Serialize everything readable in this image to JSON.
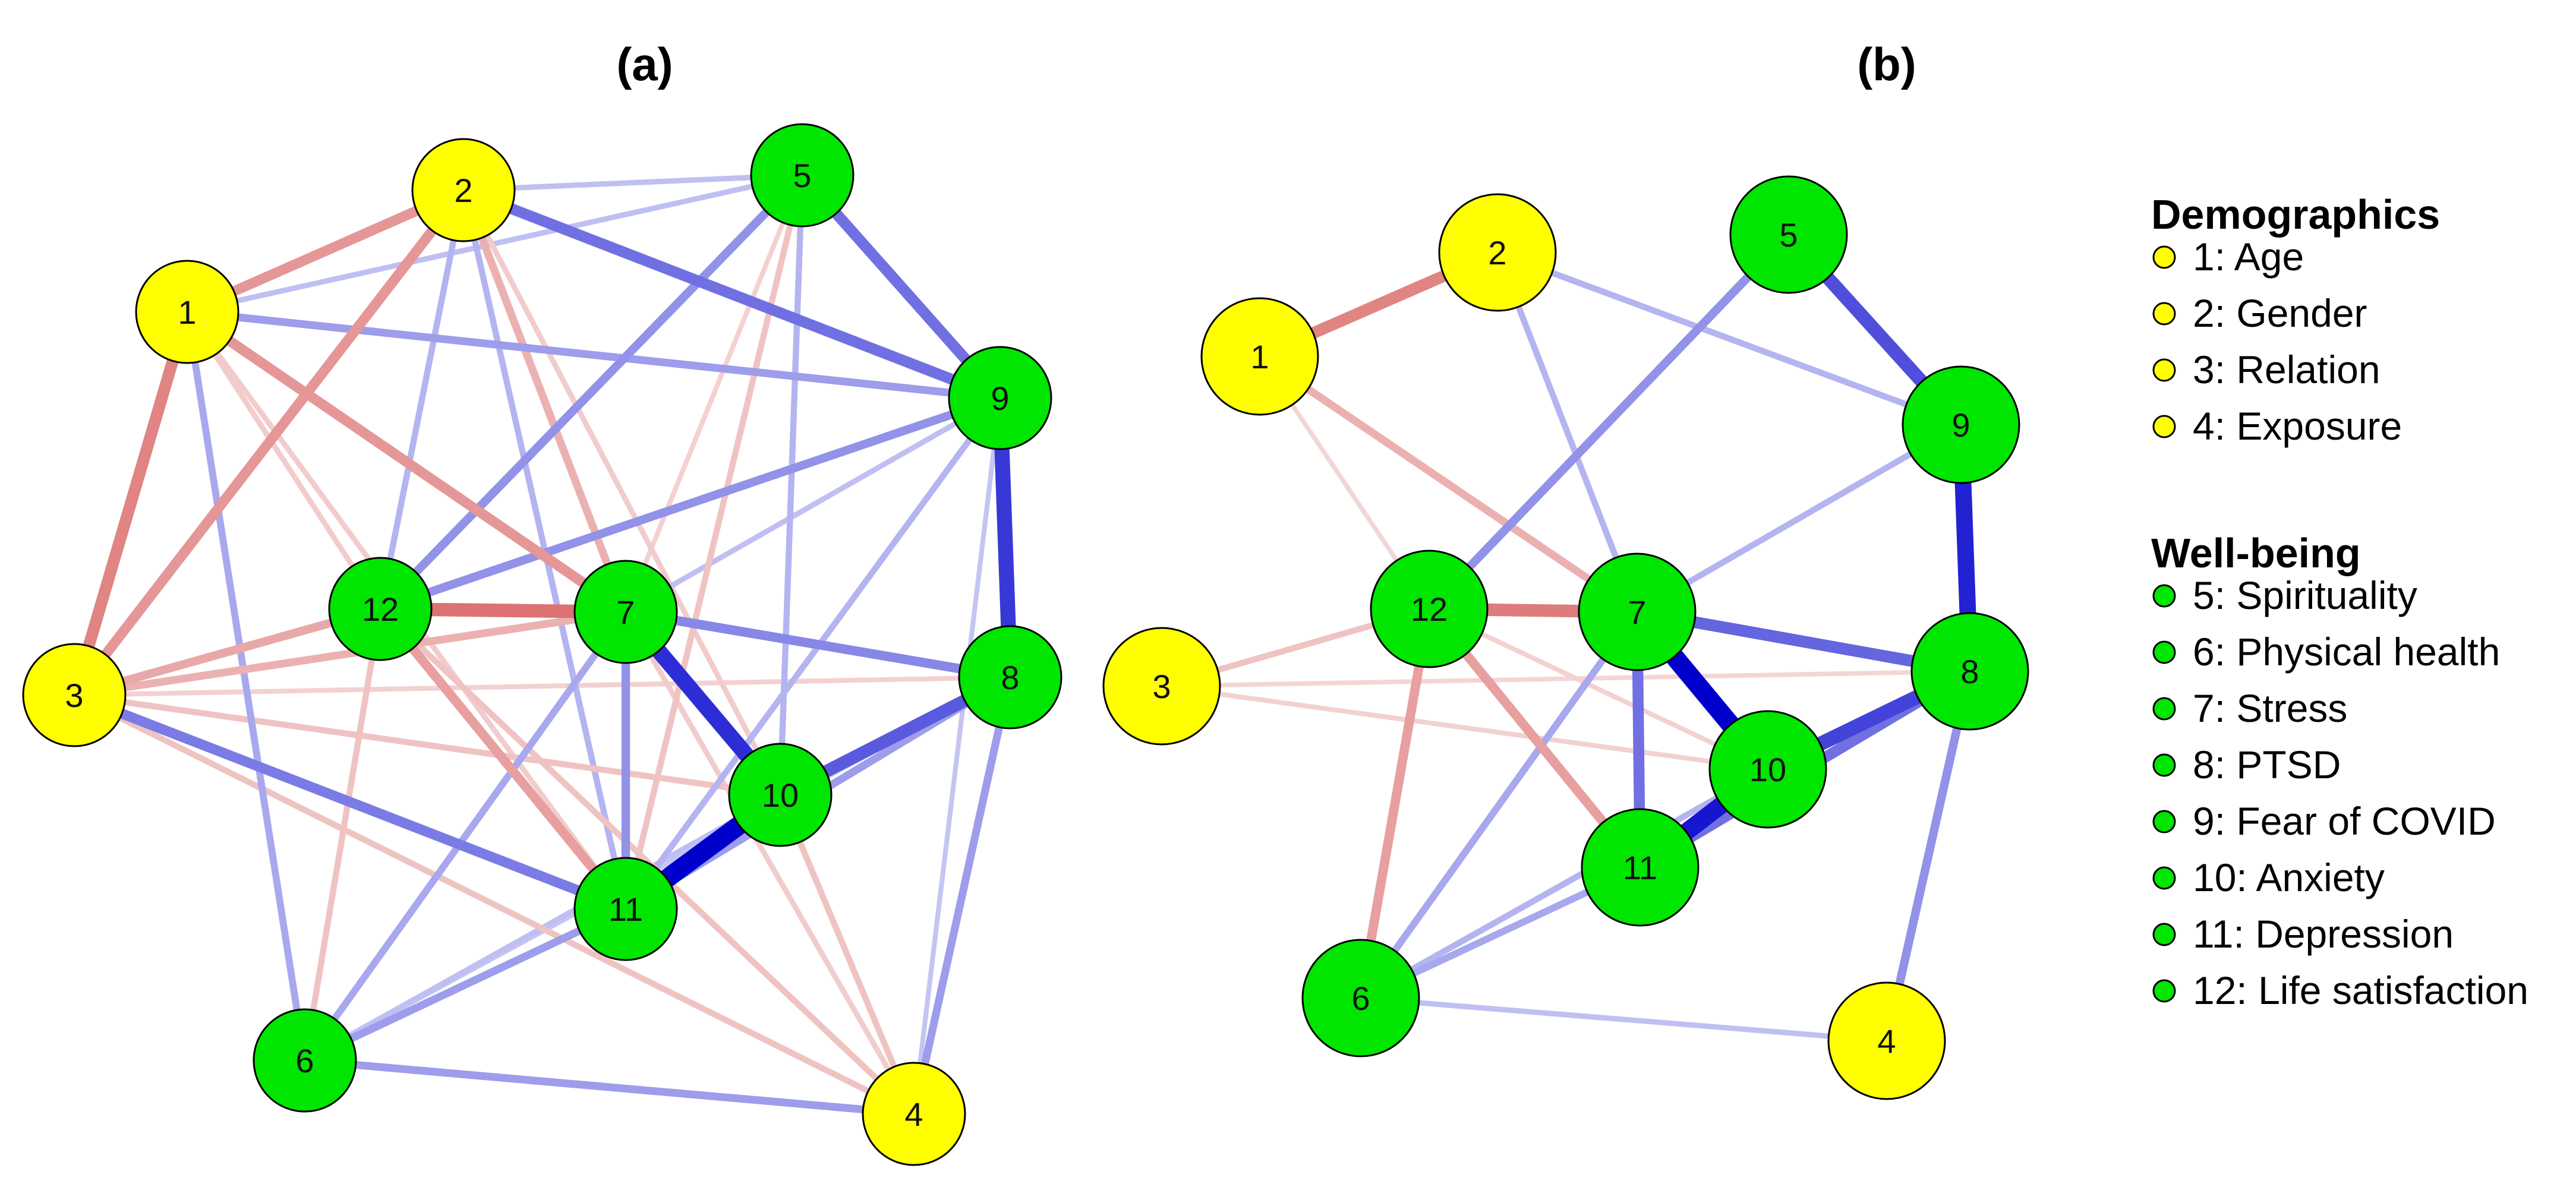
{
  "colors": {
    "demographics": "#ffff00",
    "well_being": "#00e600",
    "positive_edge": "#0000cc",
    "negative_edge": "#cc3333"
  },
  "panels": [
    {
      "title": "(a)",
      "nodes": [
        {
          "id": "1",
          "group": "demographics"
        },
        {
          "id": "2",
          "group": "demographics"
        },
        {
          "id": "3",
          "group": "demographics"
        },
        {
          "id": "4",
          "group": "demographics"
        },
        {
          "id": "5",
          "group": "well_being"
        },
        {
          "id": "6",
          "group": "well_being"
        },
        {
          "id": "7",
          "group": "well_being"
        },
        {
          "id": "8",
          "group": "well_being"
        },
        {
          "id": "9",
          "group": "well_being"
        },
        {
          "id": "10",
          "group": "well_being"
        },
        {
          "id": "11",
          "group": "well_being"
        },
        {
          "id": "12",
          "group": "well_being"
        }
      ],
      "edges": [
        {
          "from": "10",
          "to": "11",
          "sign": "positive",
          "weight": 1.0
        },
        {
          "from": "7",
          "to": "10",
          "sign": "positive",
          "weight": 0.8
        },
        {
          "from": "9",
          "to": "8",
          "sign": "positive",
          "weight": 0.75
        },
        {
          "from": "8",
          "to": "10",
          "sign": "positive",
          "weight": 0.6
        },
        {
          "from": "12",
          "to": "7",
          "sign": "negative",
          "weight": 0.65
        },
        {
          "from": "1",
          "to": "3",
          "sign": "negative",
          "weight": 0.55
        },
        {
          "from": "2",
          "to": "9",
          "sign": "positive",
          "weight": 0.5
        },
        {
          "from": "5",
          "to": "9",
          "sign": "positive",
          "weight": 0.5
        },
        {
          "from": "1",
          "to": "2",
          "sign": "negative",
          "weight": 0.45
        },
        {
          "from": "2",
          "to": "3",
          "sign": "negative",
          "weight": 0.45
        },
        {
          "from": "1",
          "to": "7",
          "sign": "negative",
          "weight": 0.45
        },
        {
          "from": "3",
          "to": "11",
          "sign": "positive",
          "weight": 0.45
        },
        {
          "from": "7",
          "to": "8",
          "sign": "positive",
          "weight": 0.4
        },
        {
          "from": "12",
          "to": "11",
          "sign": "negative",
          "weight": 0.4
        },
        {
          "from": "3",
          "to": "12",
          "sign": "negative",
          "weight": 0.35
        },
        {
          "from": "12",
          "to": "9",
          "sign": "positive",
          "weight": 0.35
        },
        {
          "from": "5",
          "to": "12",
          "sign": "positive",
          "weight": 0.35
        },
        {
          "from": "7",
          "to": "11",
          "sign": "positive",
          "weight": 0.35
        },
        {
          "from": "11",
          "to": "8",
          "sign": "positive",
          "weight": 0.3
        },
        {
          "from": "2",
          "to": "7",
          "sign": "negative",
          "weight": 0.3
        },
        {
          "from": "6",
          "to": "11",
          "sign": "positive",
          "weight": 0.3
        },
        {
          "from": "6",
          "to": "4",
          "sign": "positive",
          "weight": 0.3
        },
        {
          "from": "4",
          "to": "8",
          "sign": "positive",
          "weight": 0.3
        },
        {
          "from": "1",
          "to": "9",
          "sign": "positive",
          "weight": 0.3
        },
        {
          "from": "3",
          "to": "7",
          "sign": "negative",
          "weight": 0.3
        },
        {
          "from": "1",
          "to": "6",
          "sign": "positive",
          "weight": 0.25
        },
        {
          "from": "6",
          "to": "7",
          "sign": "positive",
          "weight": 0.25
        },
        {
          "from": "5",
          "to": "10",
          "sign": "positive",
          "weight": 0.2
        },
        {
          "from": "5",
          "to": "11",
          "sign": "negative",
          "weight": 0.2
        },
        {
          "from": "2",
          "to": "12",
          "sign": "positive",
          "weight": 0.2
        },
        {
          "from": "2",
          "to": "11",
          "sign": "positive",
          "weight": 0.2
        },
        {
          "from": "6",
          "to": "12",
          "sign": "negative",
          "weight": 0.2
        },
        {
          "from": "3",
          "to": "4",
          "sign": "negative",
          "weight": 0.2
        },
        {
          "from": "3",
          "to": "10",
          "sign": "negative",
          "weight": 0.2
        },
        {
          "from": "9",
          "to": "11",
          "sign": "positive",
          "weight": 0.2
        },
        {
          "from": "12",
          "to": "4",
          "sign": "negative",
          "weight": 0.2
        },
        {
          "from": "10",
          "to": "4",
          "sign": "negative",
          "weight": 0.2
        },
        {
          "from": "1",
          "to": "5",
          "sign": "positive",
          "weight": 0.15
        },
        {
          "from": "2",
          "to": "5",
          "sign": "positive",
          "weight": 0.15
        },
        {
          "from": "1",
          "to": "12",
          "sign": "negative",
          "weight": 0.15
        },
        {
          "from": "1",
          "to": "11",
          "sign": "negative",
          "weight": 0.15
        },
        {
          "from": "2",
          "to": "10",
          "sign": "negative",
          "weight": 0.15
        },
        {
          "from": "7",
          "to": "4",
          "sign": "negative",
          "weight": 0.15
        },
        {
          "from": "6",
          "to": "10",
          "sign": "positive",
          "weight": 0.15
        },
        {
          "from": "9",
          "to": "7",
          "sign": "positive",
          "weight": 0.15
        },
        {
          "from": "9",
          "to": "4",
          "sign": "positive",
          "weight": 0.12
        },
        {
          "from": "3",
          "to": "8",
          "sign": "negative",
          "weight": 0.12
        },
        {
          "from": "6",
          "to": "8",
          "sign": "positive",
          "weight": 0.12
        },
        {
          "from": "5",
          "to": "7",
          "sign": "negative",
          "weight": 0.12
        }
      ]
    },
    {
      "title": "(b)",
      "nodes": [
        {
          "id": "1",
          "group": "demographics"
        },
        {
          "id": "2",
          "group": "demographics"
        },
        {
          "id": "3",
          "group": "demographics"
        },
        {
          "id": "4",
          "group": "demographics"
        },
        {
          "id": "5",
          "group": "well_being"
        },
        {
          "id": "6",
          "group": "well_being"
        },
        {
          "id": "7",
          "group": "well_being"
        },
        {
          "id": "8",
          "group": "well_being"
        },
        {
          "id": "9",
          "group": "well_being"
        },
        {
          "id": "10",
          "group": "well_being"
        },
        {
          "id": "11",
          "group": "well_being"
        },
        {
          "id": "12",
          "group": "well_being"
        }
      ],
      "edges": [
        {
          "from": "7",
          "to": "10",
          "sign": "positive",
          "weight": 1.0
        },
        {
          "from": "10",
          "to": "11",
          "sign": "positive",
          "weight": 0.9
        },
        {
          "from": "9",
          "to": "8",
          "sign": "positive",
          "weight": 0.85
        },
        {
          "from": "10",
          "to": "8",
          "sign": "positive",
          "weight": 0.7
        },
        {
          "from": "5",
          "to": "9",
          "sign": "positive",
          "weight": 0.65
        },
        {
          "from": "12",
          "to": "7",
          "sign": "negative",
          "weight": 0.6
        },
        {
          "from": "1",
          "to": "2",
          "sign": "negative",
          "weight": 0.55
        },
        {
          "from": "7",
          "to": "8",
          "sign": "positive",
          "weight": 0.55
        },
        {
          "from": "11",
          "to": "8",
          "sign": "positive",
          "weight": 0.5
        },
        {
          "from": "7",
          "to": "11",
          "sign": "positive",
          "weight": 0.5
        },
        {
          "from": "12",
          "to": "6",
          "sign": "negative",
          "weight": 0.4
        },
        {
          "from": "12",
          "to": "11",
          "sign": "negative",
          "weight": 0.4
        },
        {
          "from": "5",
          "to": "12",
          "sign": "positive",
          "weight": 0.35
        },
        {
          "from": "8",
          "to": "4",
          "sign": "positive",
          "weight": 0.35
        },
        {
          "from": "1",
          "to": "7",
          "sign": "negative",
          "weight": 0.3
        },
        {
          "from": "6",
          "to": "11",
          "sign": "positive",
          "weight": 0.25
        },
        {
          "from": "6",
          "to": "7",
          "sign": "positive",
          "weight": 0.25
        },
        {
          "from": "9",
          "to": "7",
          "sign": "positive",
          "weight": 0.2
        },
        {
          "from": "2",
          "to": "9",
          "sign": "positive",
          "weight": 0.2
        },
        {
          "from": "2",
          "to": "7",
          "sign": "positive",
          "weight": 0.2
        },
        {
          "from": "3",
          "to": "12",
          "sign": "negative",
          "weight": 0.2
        },
        {
          "from": "6",
          "to": "10",
          "sign": "positive",
          "weight": 0.2
        },
        {
          "from": "6",
          "to": "4",
          "sign": "positive",
          "weight": 0.15
        },
        {
          "from": "3",
          "to": "10",
          "sign": "negative",
          "weight": 0.12
        },
        {
          "from": "1",
          "to": "12",
          "sign": "negative",
          "weight": 0.1
        },
        {
          "from": "3",
          "to": "8",
          "sign": "negative",
          "weight": 0.1
        },
        {
          "from": "12",
          "to": "10",
          "sign": "negative",
          "weight": 0.12
        }
      ]
    }
  ],
  "legend": {
    "groups": [
      {
        "heading": "Demographics",
        "group": "demographics",
        "items": [
          "1: Age",
          "2: Gender",
          "3: Relation",
          "4: Exposure"
        ]
      },
      {
        "heading": "Well-being",
        "group": "well_being",
        "items": [
          "5: Spirituality",
          "6: Physical health",
          "7: Stress",
          "8: PTSD",
          "9: Fear of COVID",
          "10: Anxiety",
          "11: Depression",
          "12: Life satisfaction"
        ]
      }
    ]
  }
}
